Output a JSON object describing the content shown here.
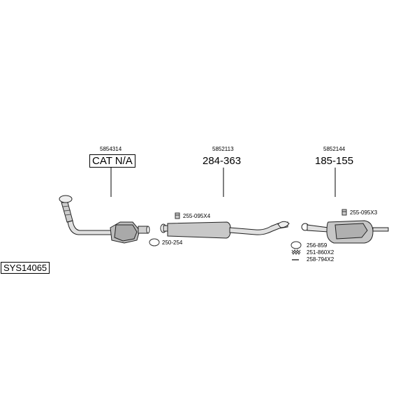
{
  "system_code": "SYS14065",
  "sections": [
    {
      "part_number": "5854314",
      "label": "CAT N/A"
    },
    {
      "part_number": "5852113",
      "label": "284-363"
    },
    {
      "part_number": "5852144",
      "label": "185-155"
    }
  ],
  "accessories": {
    "clamp_mid": "255-095X4",
    "ring_mid": "250-254",
    "clamp_rear": "255-095X3",
    "gasket_rear": "256-859",
    "spring_rear": "251-860X2",
    "bolt_rear": "258-794X2"
  }
}
